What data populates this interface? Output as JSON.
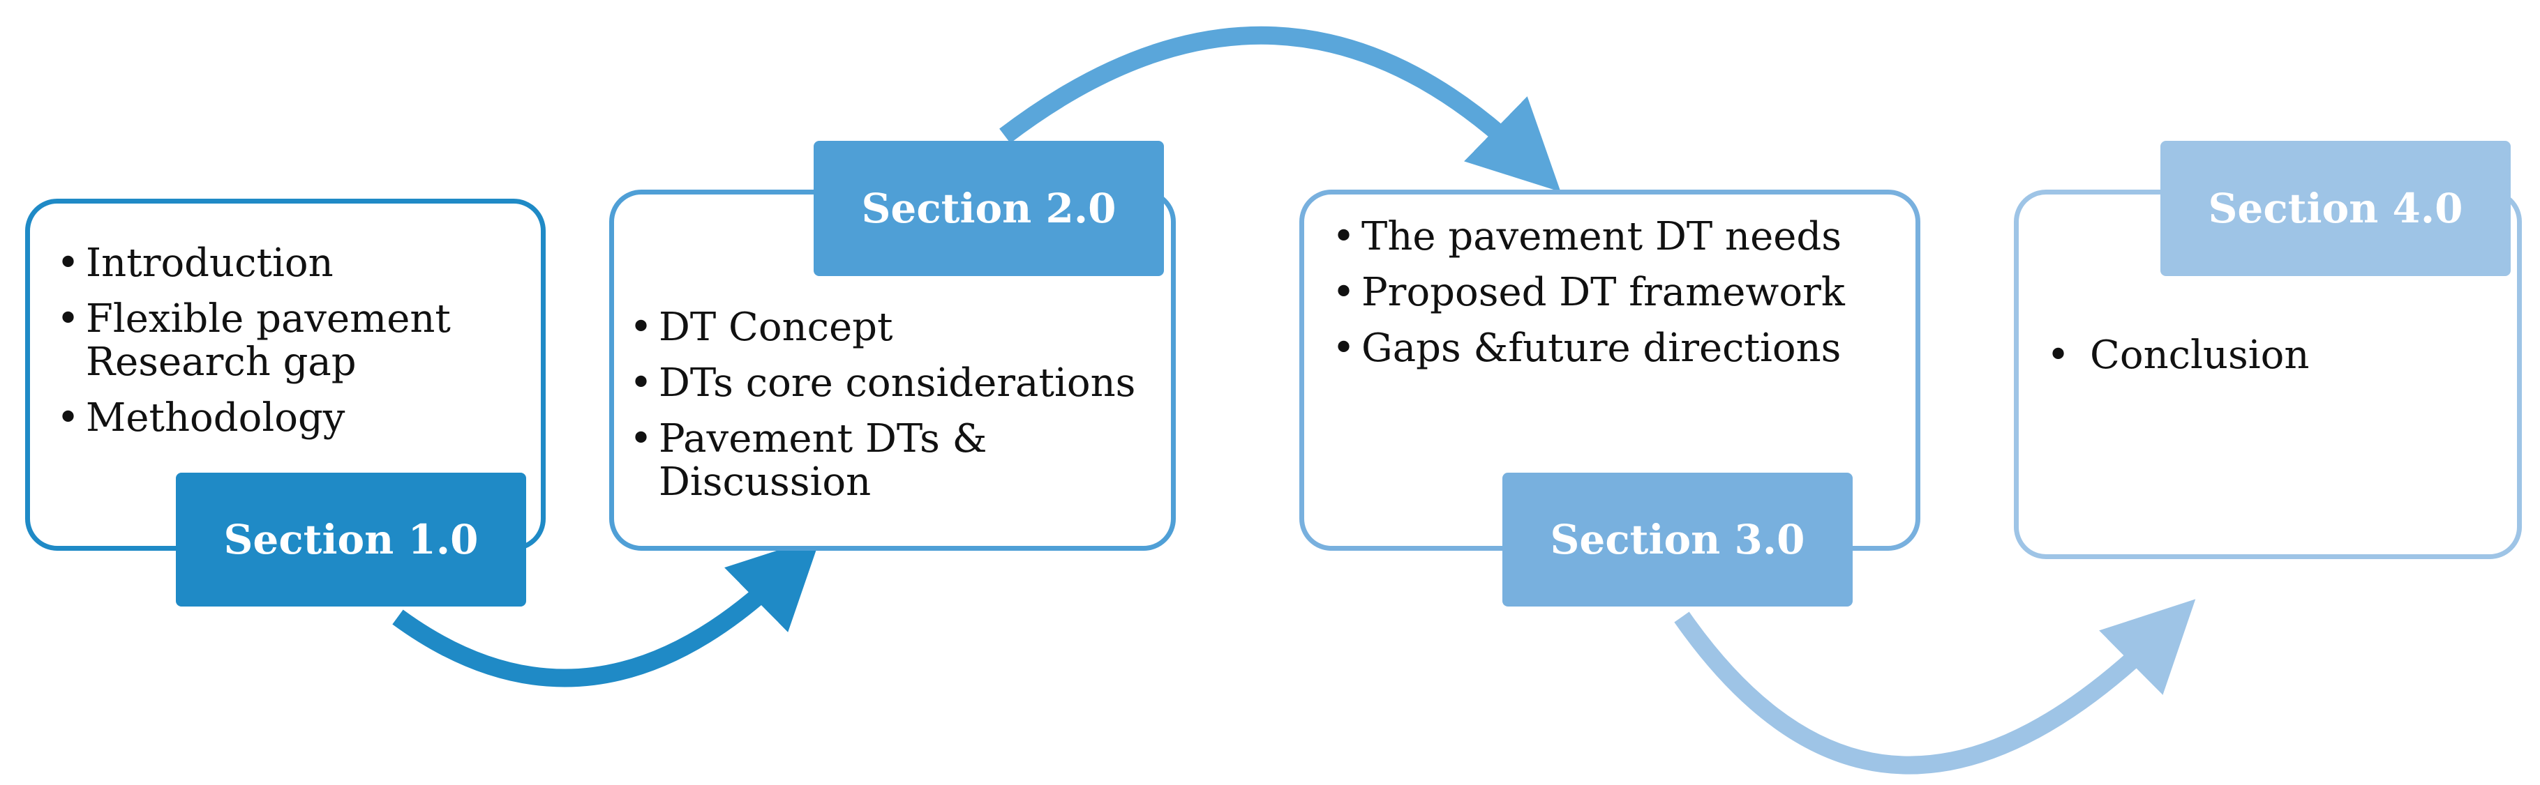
{
  "colors": {
    "section1": "#1f8ac6",
    "section2": "#4f9fd6",
    "section3": "#78b0de",
    "section4": "#9ec4e6"
  },
  "sections": [
    {
      "label": "Section 1.0",
      "items": [
        "Introduction",
        "Flexible pavement Research gap",
        "Methodology"
      ]
    },
    {
      "label": "Section 2.0",
      "items": [
        "DT Concept",
        "DTs core considerations",
        "Pavement DTs & Discussion"
      ]
    },
    {
      "label": "Section 3.0",
      "items": [
        "The pavement DT needs",
        "Proposed DT framework",
        "Gaps &future directions"
      ]
    },
    {
      "label": "Section 4.0",
      "items": [
        "Conclusion"
      ]
    }
  ]
}
